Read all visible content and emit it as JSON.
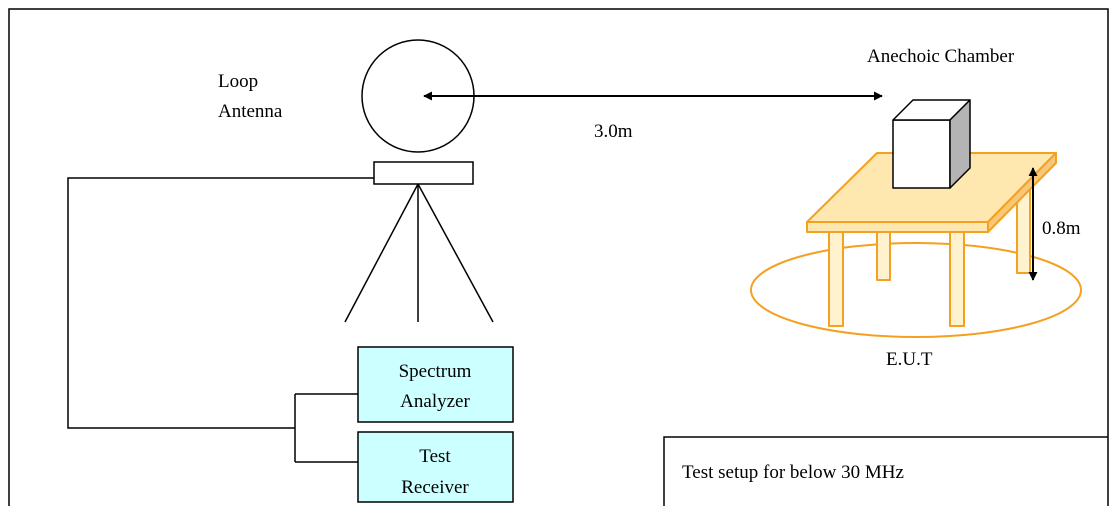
{
  "labels": {
    "loop_antenna_line1": "Loop",
    "loop_antenna_line2": "Antenna",
    "anechoic_chamber": "Anechoic Chamber",
    "distance": "3.0m",
    "height": "0.8m",
    "eut": "E.U.T",
    "spectrum_analyzer_line1": "Spectrum",
    "spectrum_analyzer_line2": "Analyzer",
    "test_receiver_line1": "Test",
    "test_receiver_line2": "Receiver",
    "caption": "Test setup for below 30 MHz"
  },
  "colors": {
    "instrument_fill": "#ccffff",
    "table_stroke": "#f4a020",
    "table_fill": "#ffe8b0",
    "table_leg_fill": "#fff3cf",
    "eut_side": "#b4b4b4",
    "line": "#000000"
  }
}
